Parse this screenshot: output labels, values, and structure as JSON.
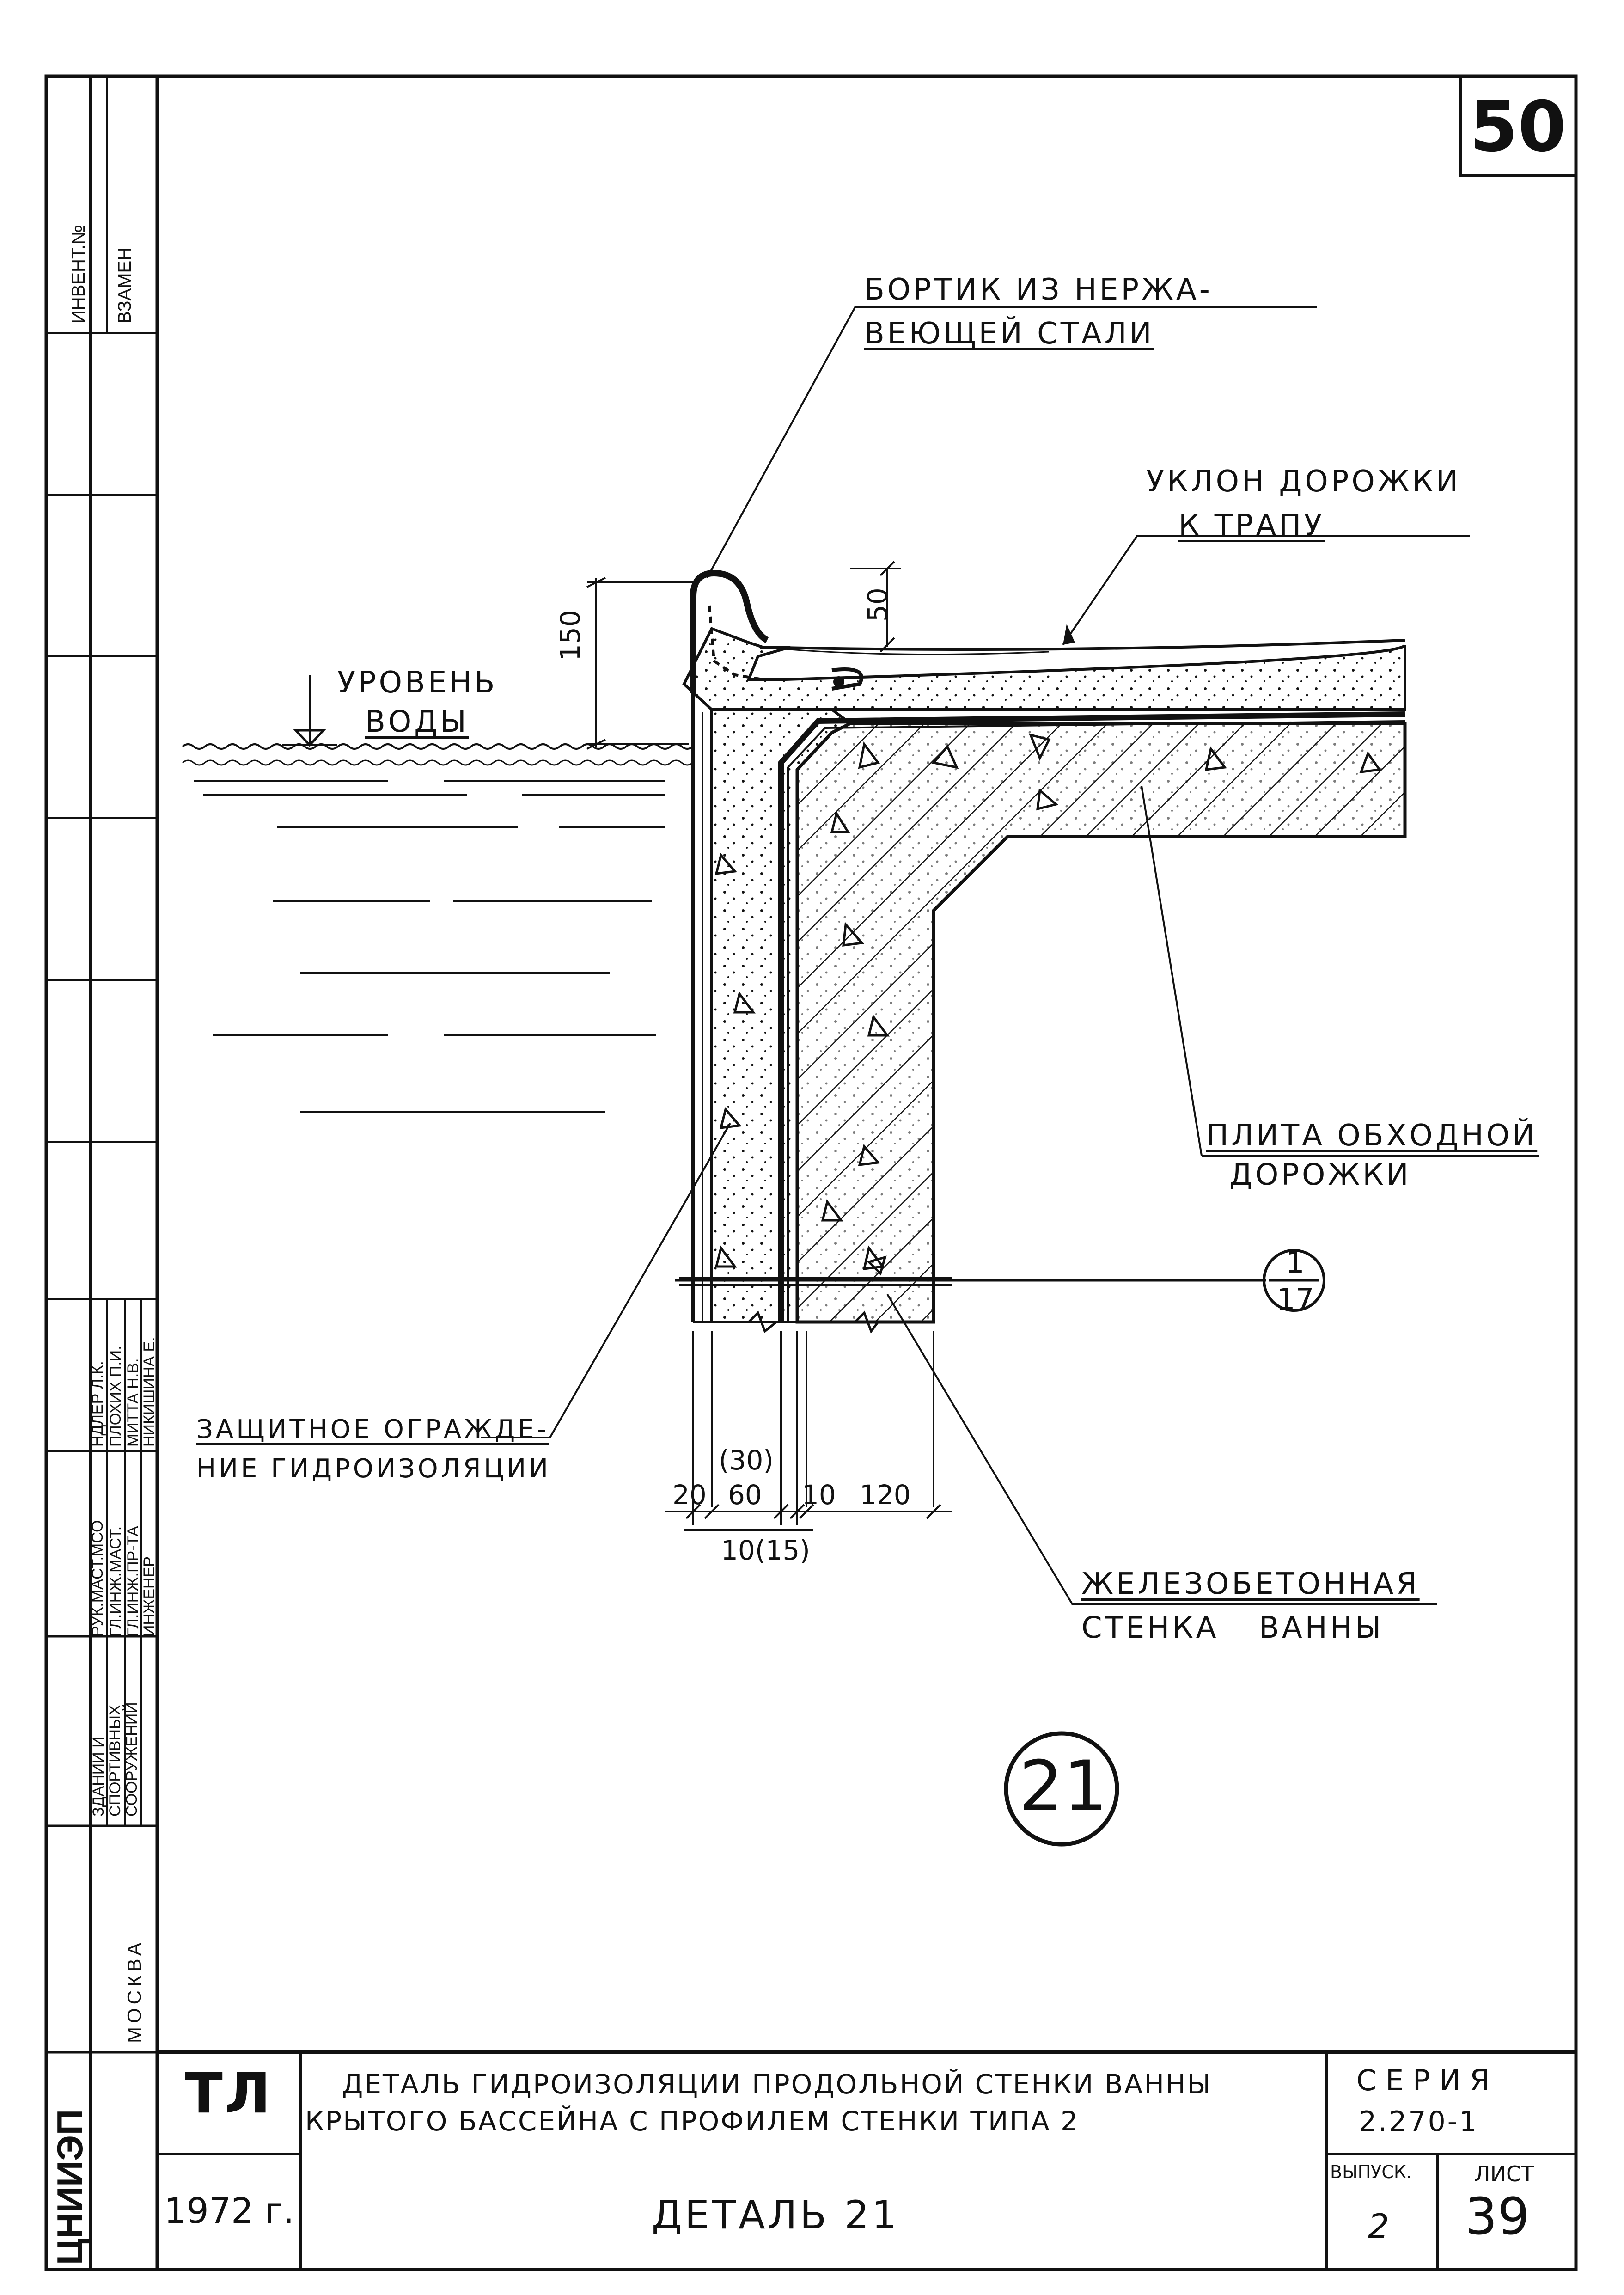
{
  "sheet_number": "50",
  "labels": {
    "bortik_line1": "БОРТИК ИЗ НЕРЖА-",
    "bortik_line2": "ВЕЮЩЕЙ СТАЛИ",
    "uklon_line1": "УКЛОН ДОРОЖКИ",
    "uklon_line2": "К ТРАПУ",
    "uroven_line1": "УРОВЕНЬ",
    "uroven_line2": "ВОДЫ",
    "plita_line1": "ПЛИТА ОБХОДНОЙ",
    "plita_line2": "ДОРОЖКИ",
    "zashch_line1": "ЗАЩИТНОЕ ОГРАЖДЕ-",
    "zashch_line2": "НИЕ ГИДРОИЗОЛЯЦИИ",
    "zhb_line1": "ЖЕЛЕЗОБЕТОННАЯ",
    "zhb_line2": "СТЕНКА ВАННЫ"
  },
  "dimensions": {
    "d150": "150",
    "d50": "50",
    "d20": "20",
    "d30": "(30)",
    "d60": "60",
    "d10": "10",
    "d120": "120",
    "d1015": "10(15)"
  },
  "section_ref": {
    "top": "1",
    "bottom": "17"
  },
  "detail_number": "21",
  "side_stamp": {
    "inv_no": "ИНВЕНТ.№",
    "vzamen": "ВЗАМЕН",
    "org_line1": "ЗДАНИЙ И",
    "org_line2": "СПОРТИВНЫХ",
    "org_line3": "СООРУЖЕНИЙ",
    "org_city": "МОСКВА",
    "org_logo": "ЦНИИЭП",
    "roles": [
      "РУК.МАСТ.МСО",
      "ГЛ.ИНЖ.МАСТ.",
      "ГЛ.ИНЖ.ПР-ТА",
      "ИНЖЕНЕР"
    ],
    "names": [
      "НДЛЕР Л.К.",
      "ПЛОХИХ П.И.",
      "МИТТА Н.В.",
      "НИКИШИНА Е."
    ]
  },
  "title_block": {
    "logo": "ТЛ",
    "year": "1972 г.",
    "title_line1": "ДЕТАЛЬ ГИДРОИЗОЛЯЦИИ ПРОДОЛЬНОЙ СТЕНКИ ВАННЫ",
    "title_line2": "КРЫТОГО БАССЕЙНА С ПРОФИЛЕМ СТЕНКИ ТИПА 2",
    "detail_name": "ДЕТАЛЬ 21",
    "series_label": "С Е Р И Я",
    "series_value": "2.270-1",
    "issue_label": "ВЫПУСК.",
    "issue_value": "2",
    "sheet_label": "ЛИСТ",
    "sheet_value": "39"
  }
}
